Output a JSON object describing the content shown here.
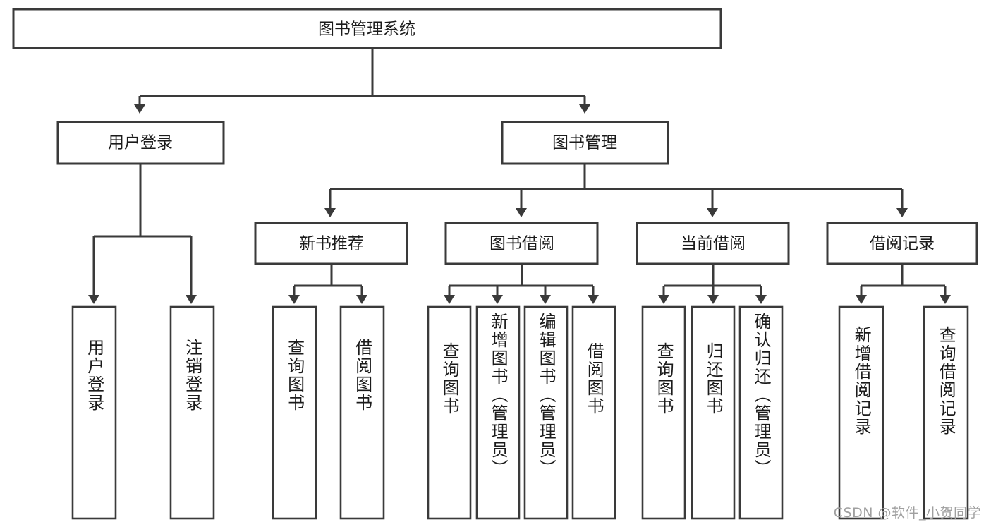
{
  "diagram": {
    "type": "tree-hierarchy",
    "title": "图书管理系统",
    "background_color": "#ffffff",
    "line_color": "#3a3a3a",
    "text_color": "#1b1b1b",
    "watermark": "CSDN @软件_小贺同学",
    "root": {
      "label": "图书管理系统"
    },
    "level2": [
      {
        "label": "用户登录"
      },
      {
        "label": "图书管理"
      }
    ],
    "level3": [
      {
        "label": "新书推荐"
      },
      {
        "label": "图书借阅"
      },
      {
        "label": "当前借阅"
      },
      {
        "label": "借阅记录"
      }
    ],
    "leaves": {
      "user_login": [
        {
          "label": "用户登录"
        },
        {
          "label": "注销登录"
        }
      ],
      "new_book": [
        {
          "label": "查询图书"
        },
        {
          "label": "借阅图书"
        }
      ],
      "book_borrow": [
        {
          "label": "查询图书"
        },
        {
          "label": "新增图书（管理员）"
        },
        {
          "label": "编辑图书（管理员）"
        },
        {
          "label": "借阅图书"
        }
      ],
      "current_borrow": [
        {
          "label": "查询图书"
        },
        {
          "label": "归还图书"
        },
        {
          "label": "确认归还（管理员）"
        }
      ],
      "borrow_record": [
        {
          "label": "新增借阅记录"
        },
        {
          "label": "查询借阅记录"
        }
      ]
    }
  }
}
